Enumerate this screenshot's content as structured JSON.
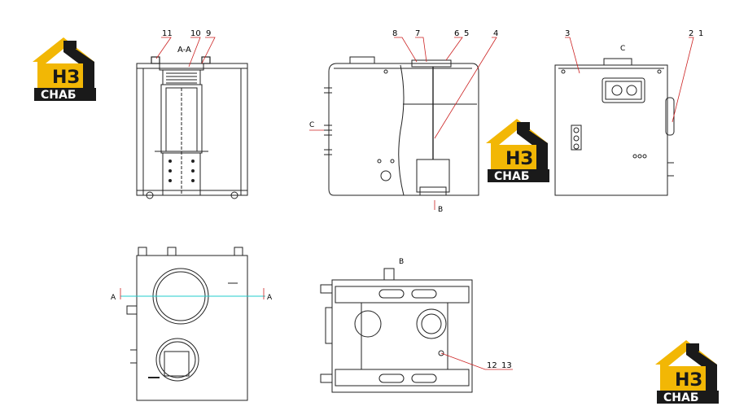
{
  "views": {
    "section": {
      "title": "A-A"
    },
    "front": {
      "arrow_c": "C",
      "arrow_b": "B"
    },
    "side": {
      "title": "C"
    },
    "plan": {
      "cut_left": "A",
      "cut_right": "A"
    },
    "bottom": {
      "title": "B"
    }
  },
  "callouts": [
    "11",
    "10",
    "9",
    "8",
    "7",
    "6",
    "5",
    "4",
    "3",
    "2",
    "1",
    "12",
    "13"
  ],
  "logo": {
    "main": "НЗ",
    "sub": "СНАБ",
    "colors": {
      "yellow": "#f2b705",
      "dark": "#1a1a1a"
    }
  },
  "colors": {
    "line": "#222222",
    "red_leader": "#cc2222",
    "cyan_cut": "#22cccc"
  }
}
